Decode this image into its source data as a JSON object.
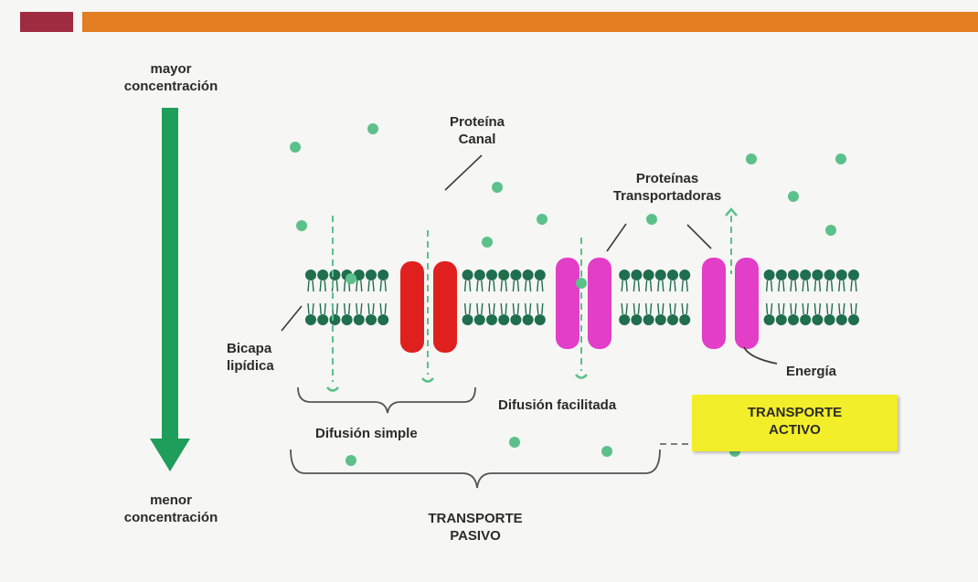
{
  "colors": {
    "header_left": "#9e2b3f",
    "header_right": "#e37e22",
    "gradient_arrow": "#1e9e5a",
    "molecule": "#5cc08a",
    "phospholipid": "#1f6e4e",
    "channel_protein": "#e0201e",
    "carrier_protein": "#e23ec8",
    "active_box": "#f2ee2a"
  },
  "labels": {
    "high_concentration": [
      "mayor",
      "concentración"
    ],
    "low_concentration": [
      "menor",
      "concentración"
    ],
    "channel_protein": [
      "Proteína",
      "Canal"
    ],
    "carrier_proteins": [
      "Proteínas",
      "Transportadoras"
    ],
    "lipid_bilayer": [
      "Bicapa",
      "lipídica"
    ],
    "energy": "Energía",
    "simple_diffusion": "Difusión simple",
    "facilitated_diffusion": "Difusión facilitada",
    "passive_transport": [
      "TRANSPORTE",
      "PASIVO"
    ],
    "active_transport": [
      "TRANSPORTE",
      "ACTIVO"
    ]
  }
}
